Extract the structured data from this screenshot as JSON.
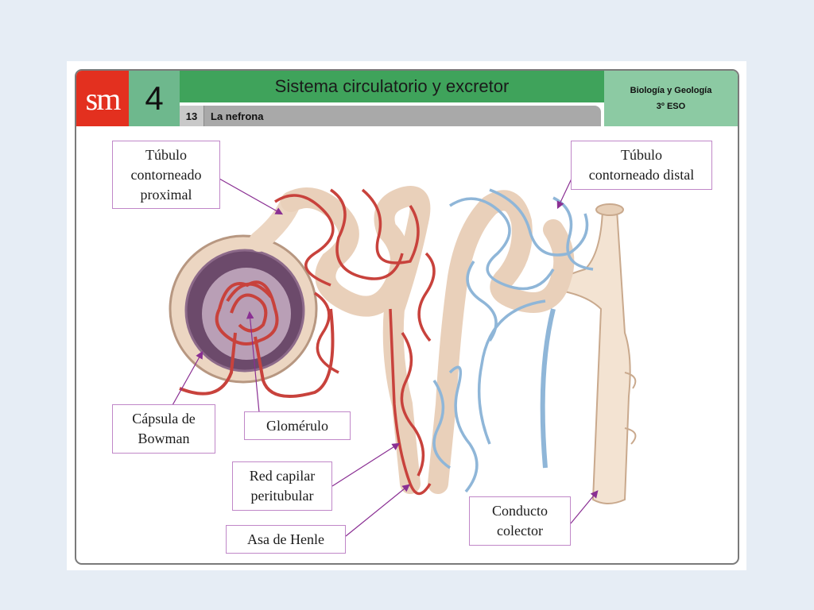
{
  "header": {
    "logo": "sm",
    "unit_number": "4",
    "title": "Sistema circulatorio y excretor",
    "lesson_number": "13",
    "lesson_title": "La nefrona",
    "subject": "Biología y Geología",
    "course": "3º ESO"
  },
  "labels": {
    "proximal": "Túbulo\ncontorneado\nproximal",
    "distal": "Túbulo\ncontorneado distal",
    "bowman": "Cápsula de\nBowman",
    "glomerulo": "Glomérulo",
    "red_capilar": "Red capilar\nperitubular",
    "henle": "Asa de Henle",
    "colector": "Conducto\ncolector"
  },
  "colors": {
    "artery_red": "#c8423c",
    "vein_blue": "#8fb6d8",
    "tubule_cream": "#efd9c4",
    "label_border": "#c087c8",
    "pointer": "#8a2f93"
  }
}
